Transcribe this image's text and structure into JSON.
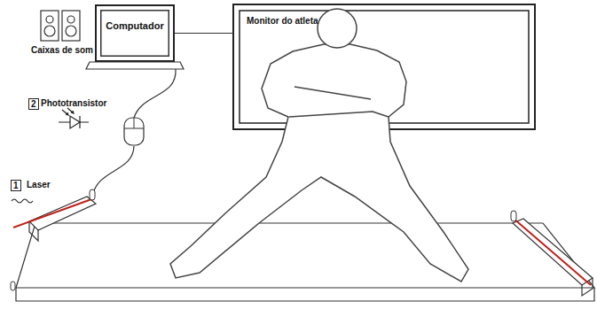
{
  "diagram": {
    "nodes": [
      {
        "text": [
          "Caixas de som"
        ]
      },
      {
        "text": [
          "Computador"
        ]
      },
      {
        "text": [
          "Monitor do atleta"
        ]
      }
    ],
    "edges": [
      {
        "from": 0,
        "to": 1,
        "arrow": "none"
      },
      {
        "from": 1,
        "to": 2,
        "arrow": "none"
      }
    ],
    "labels": [
      "2",
      "Phototransistor",
      "1",
      "Laser"
    ]
  }
}
